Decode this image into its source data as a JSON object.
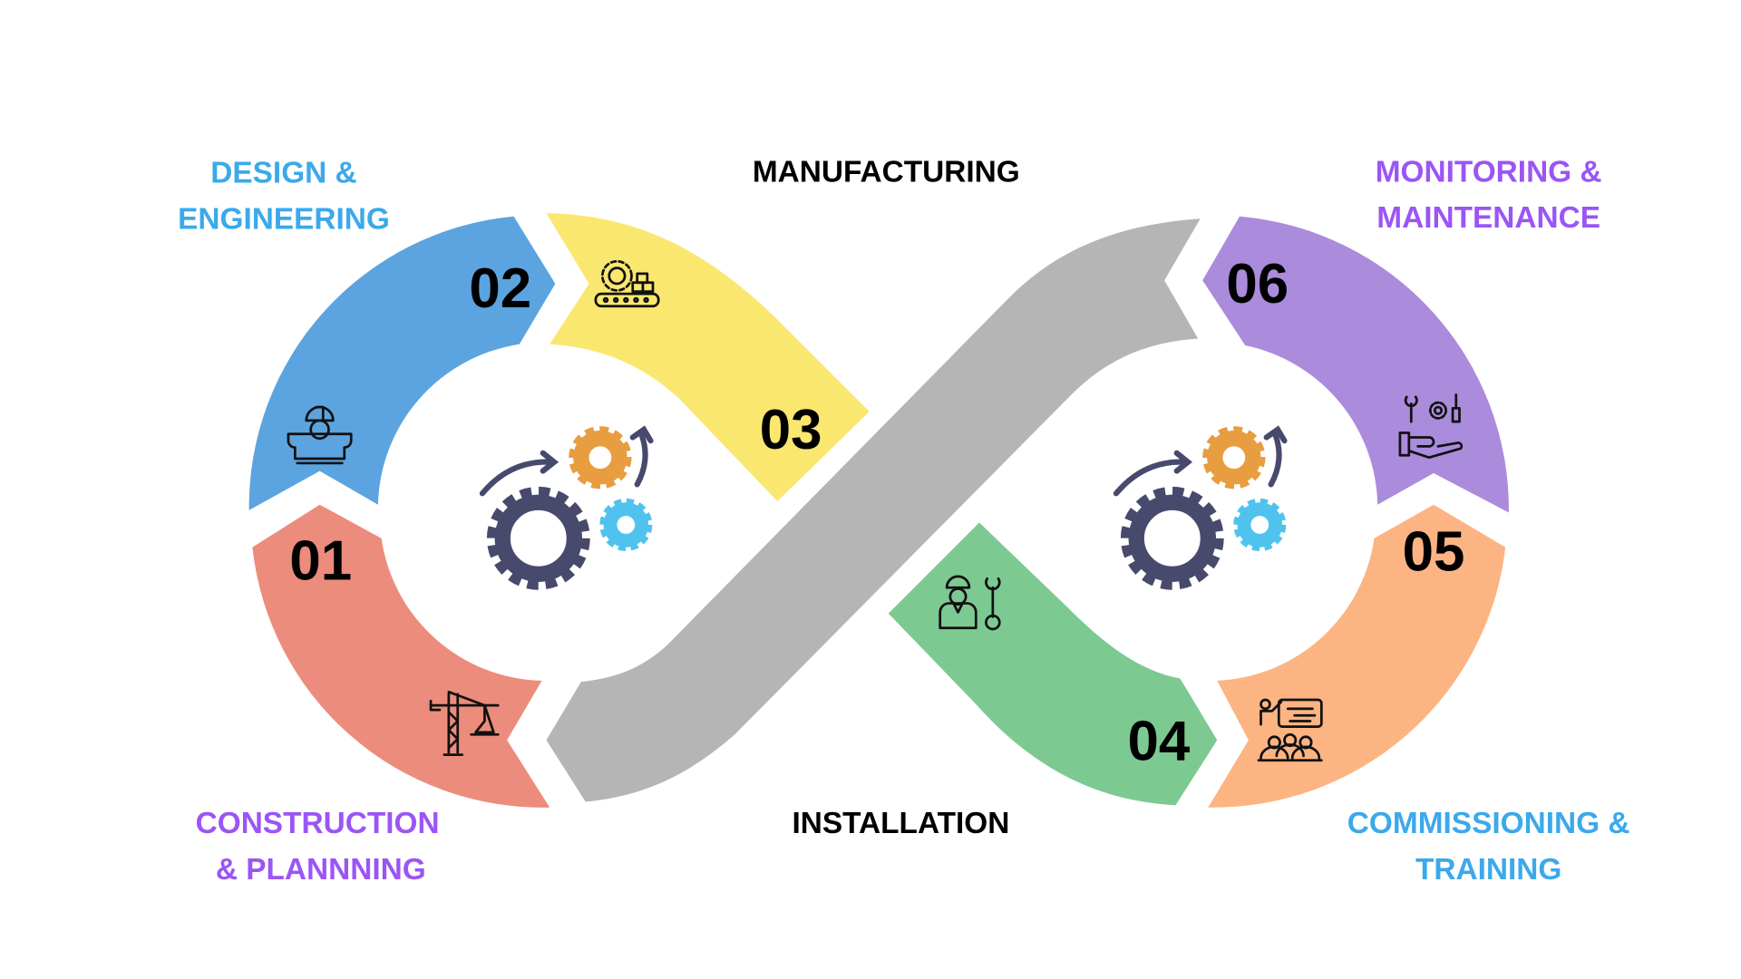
{
  "colors": {
    "step01": "#ec8c7c",
    "step02": "#5ba4e0",
    "step03": "#fae76f",
    "connector": "#b5b5b5",
    "step04": "#7dc992",
    "step05": "#fcb482",
    "step06": "#aa8bdc",
    "label_blue": "#3ba9ea",
    "label_purple": "#9b55f5",
    "label_black": "#000000",
    "gear_dark": "#474a6d",
    "gear_orange": "#e89d40",
    "gear_blue": "#4fc3ee"
  },
  "steps": [
    {
      "number": "01",
      "label_lines": [
        "CONSTRUCTION",
        "& PLANNNING"
      ],
      "icon": "crane-icon"
    },
    {
      "number": "02",
      "label_lines": [
        "DESIGN &",
        "ENGINEERING"
      ],
      "icon": "engineer-blueprint-icon"
    },
    {
      "number": "03",
      "label_lines": [
        "MANUFACTURING"
      ],
      "icon": "conveyor-gear-icon"
    },
    {
      "number": "04",
      "label_lines": [
        "INSTALLATION"
      ],
      "icon": "worker-wrench-icon"
    },
    {
      "number": "05",
      "label_lines": [
        "COMMISSIONING &",
        "TRAINING"
      ],
      "icon": "presentation-icon"
    },
    {
      "number": "06",
      "label_lines": [
        "MONITORING &",
        "MAINTENANCE"
      ],
      "icon": "hand-tools-icon"
    }
  ],
  "center_icons": [
    "gears-cycle-icon",
    "gears-cycle-icon"
  ]
}
